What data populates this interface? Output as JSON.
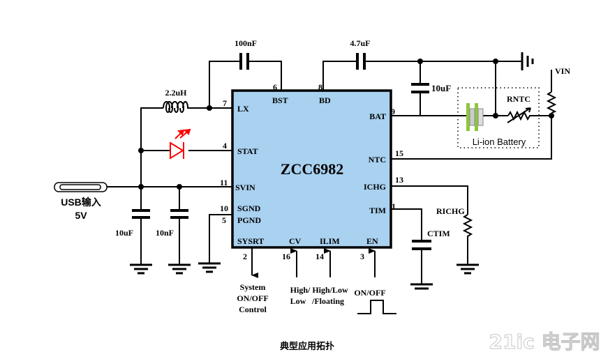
{
  "chip": {
    "name": "ZCC6982",
    "fill": "#a9d1f0"
  },
  "pins": {
    "lx": {
      "num": "7",
      "label": "LX"
    },
    "stat": {
      "num": "4",
      "label": "STAT"
    },
    "svin": {
      "num": "11",
      "label": "SVIN"
    },
    "sgnd": {
      "num": "10",
      "label": "SGND"
    },
    "pgnd": {
      "num": "5",
      "label": "PGND"
    },
    "bst": {
      "num": "6",
      "label": "BST"
    },
    "bd": {
      "num": "8",
      "label": "BD"
    },
    "bat": {
      "num": "9",
      "label": "BAT"
    },
    "ntc": {
      "num": "15",
      "label": "NTC"
    },
    "ichg": {
      "num": "13",
      "label": "ICHG"
    },
    "tim": {
      "num": "1",
      "label": "TIM"
    },
    "sysrt": {
      "num": "2",
      "label": "SYSRT"
    },
    "cv": {
      "num": "16",
      "label": "CV"
    },
    "ilim": {
      "num": "14",
      "label": "ILIM"
    },
    "en": {
      "num": "3",
      "label": "EN"
    }
  },
  "components": {
    "c_bst": "100nF",
    "c_bd": "4.7uF",
    "c_bat": "10uF",
    "inductor": "2.2uH",
    "c_in1": "10uF",
    "c_in2": "10nF",
    "r_ntc": "RNTC",
    "r_ichg": "RICHG",
    "c_tim": "CTIM",
    "vin": "VIN",
    "battery": "Li-ion Battery",
    "usb_line1": "USB输入",
    "usb_line2": "5V"
  },
  "signals": {
    "sysrt": [
      "System",
      "ON/OFF",
      "Control"
    ],
    "cv": [
      "High/",
      "Low"
    ],
    "ilim": [
      "High/Low",
      "/Floating"
    ],
    "en": "ON/OFF"
  },
  "caption": "典型应用拓扑",
  "watermark": "21ic 电子网",
  "colors": {
    "led": "#ff0000",
    "battery_green": "#8dc63f"
  }
}
